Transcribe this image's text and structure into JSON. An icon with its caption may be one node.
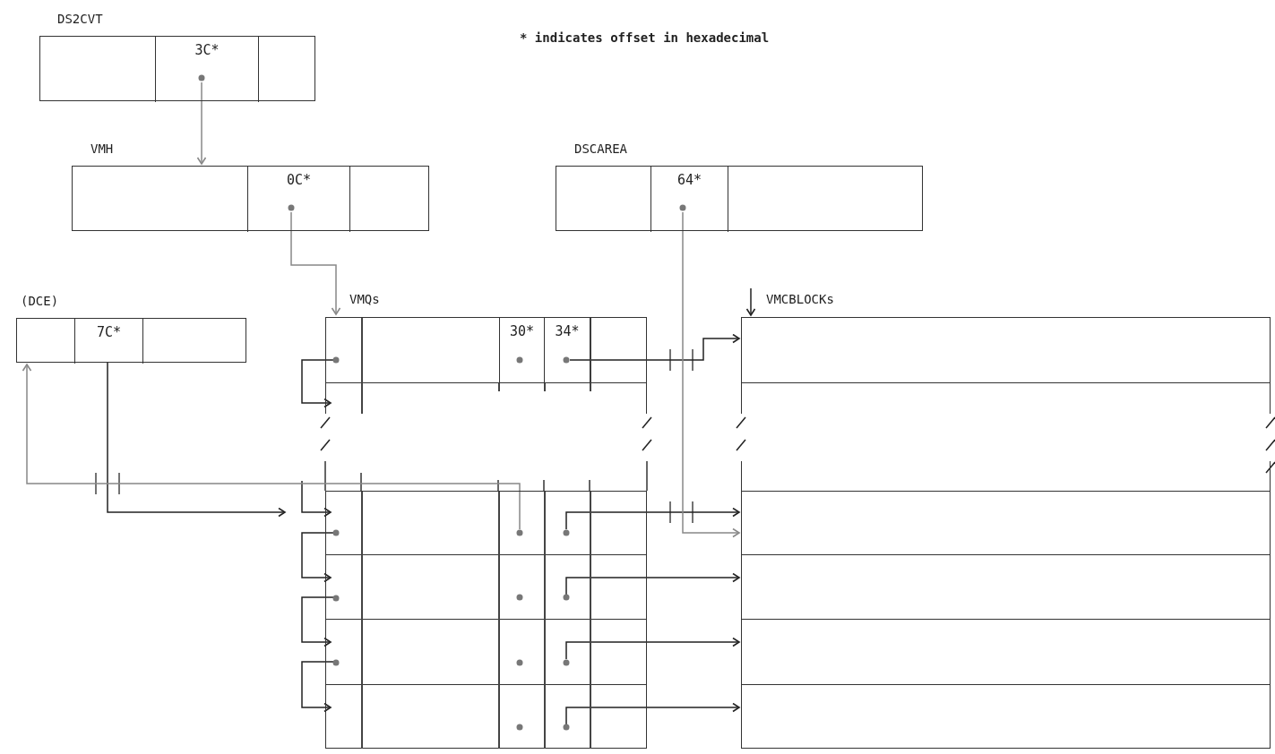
{
  "diagram": {
    "nodes": [
      {
        "text": [
          "DS2CVT"
        ]
      },
      {
        "text": [
          "3C*"
        ],
        "in": 0
      },
      {
        "text": [
          "VMH"
        ]
      },
      {
        "text": [
          "0C*"
        ],
        "in": 2
      },
      {
        "text": [
          "DSCAREA"
        ]
      },
      {
        "text": [
          "64*"
        ],
        "in": 4
      },
      {
        "text": [
          "(DCE)"
        ]
      },
      {
        "text": [
          "7C*"
        ],
        "in": 6
      },
      {
        "text": [
          "VMQs"
        ]
      },
      {
        "text": [],
        "shape": "box",
        "in": 8
      },
      {
        "text": [
          "30*"
        ],
        "in": 9
      },
      {
        "text": [
          "34*"
        ],
        "in": 9
      },
      {
        "text": [],
        "shape": "box",
        "in": 8
      },
      {
        "text": [],
        "shape": "box",
        "in": 8
      },
      {
        "text": [],
        "shape": "box",
        "in": 8
      },
      {
        "text": [],
        "shape": "box",
        "in": 8
      },
      {
        "text": [],
        "shape": "box",
        "in": 8
      },
      {
        "text": [
          "VMCBLOCKs"
        ]
      },
      {
        "text": [],
        "shape": "box",
        "in": 17
      },
      {
        "text": [],
        "shape": "box",
        "in": 17
      },
      {
        "text": [],
        "shape": "box",
        "in": 17
      },
      {
        "text": [],
        "shape": "box",
        "in": 17
      },
      {
        "text": [],
        "shape": "box",
        "in": 17
      },
      {
        "text": [],
        "shape": "box",
        "in": 17
      },
      {
        "text": [],
        "shape": "box",
        "in": 17
      }
    ],
    "edges": [
      {
        "from": 1,
        "to": 2,
        "arrow": "to",
        "color": "#888888"
      },
      {
        "from": 3,
        "to": 8,
        "arrow": "to",
        "color": "#888888"
      },
      {
        "from": 9,
        "to": 12,
        "arrow": "to"
      },
      {
        "from": null,
        "to": 13,
        "arrow": "to"
      },
      {
        "from": 13,
        "to": 14,
        "arrow": "to"
      },
      {
        "from": 14,
        "to": 15,
        "arrow": "to"
      },
      {
        "from": 15,
        "to": 16,
        "arrow": "to"
      },
      {
        "from": 7,
        "to": 13,
        "arrow": "to"
      },
      {
        "from": 13,
        "to": 6,
        "arrow": "to",
        "color": "#888888"
      },
      {
        "from": 11,
        "to": 18,
        "arrow": "to"
      },
      {
        "from": 13,
        "to": 21,
        "arrow": "to"
      },
      {
        "from": 5,
        "to": 21,
        "arrow": "to",
        "color": "#888888"
      },
      {
        "from": 14,
        "to": 22,
        "arrow": "to"
      },
      {
        "from": 15,
        "to": 23,
        "arrow": "to"
      },
      {
        "from": 16,
        "to": 24,
        "arrow": "to"
      },
      {
        "from": null,
        "to": 17,
        "arrow": "to"
      }
    ],
    "labels": [
      "* indicates offset in hexadecimal"
    ]
  }
}
